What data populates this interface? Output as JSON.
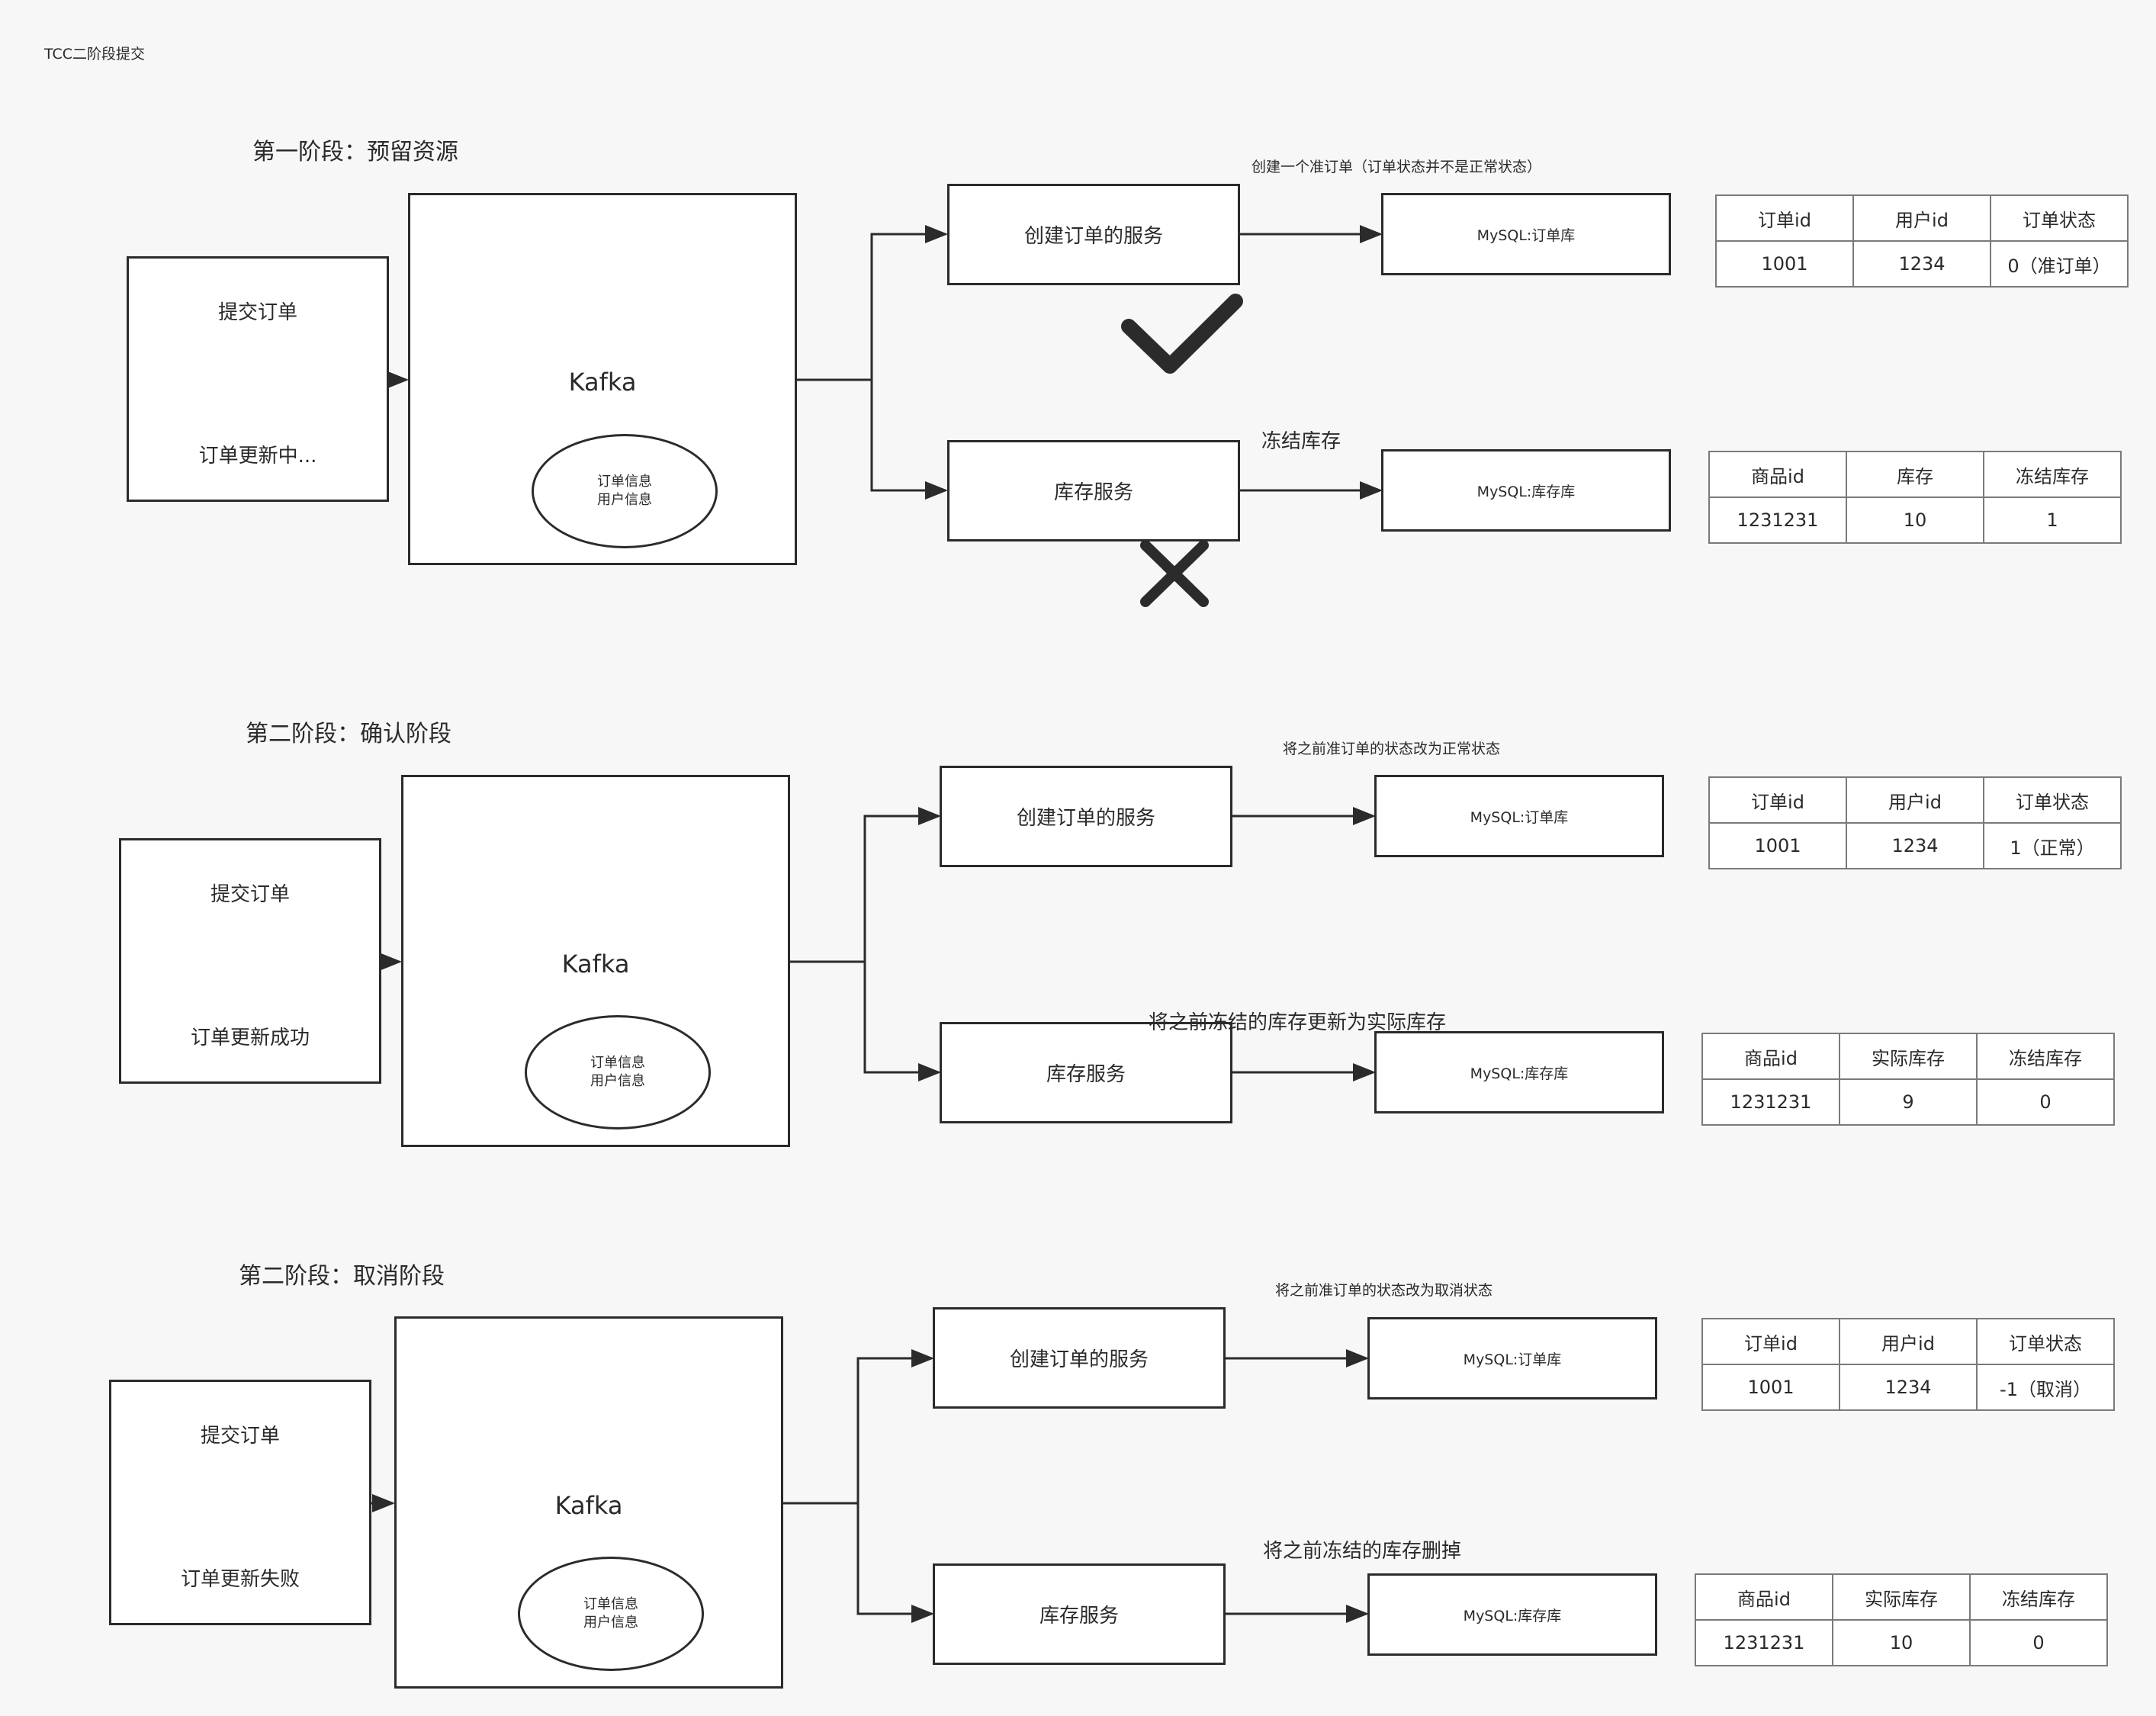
{
  "page_title": "TCC二阶段提交",
  "phases": [
    {
      "title": "第一阶段：预留资源",
      "client": {
        "top": "提交订单",
        "bottom": "订单更新中..."
      },
      "broker": {
        "label": "Kafka",
        "message_lines": [
          "订单信息",
          "用户信息"
        ]
      },
      "order_service": {
        "label": "创建订单的服务",
        "note": "创建一个准订单（订单状态并不是正常状态）",
        "db": "MySQL:订单库",
        "table": {
          "headers": [
            "订单id",
            "用户id",
            "订单状态"
          ],
          "row": [
            "1001",
            "1234",
            "0（准订单）"
          ]
        }
      },
      "inventory_service": {
        "label": "库存服务",
        "note": "冻结库存",
        "db": "MySQL:库存库",
        "table": {
          "headers": [
            "商品id",
            "库存",
            "冻结库存"
          ],
          "row": [
            "1231231",
            "10",
            "1"
          ]
        }
      },
      "marks": {
        "order": "check-icon",
        "inventory": "cross-icon"
      }
    },
    {
      "title": "第二阶段：确认阶段",
      "client": {
        "top": "提交订单",
        "bottom": "订单更新成功"
      },
      "broker": {
        "label": "Kafka",
        "message_lines": [
          "订单信息",
          "用户信息"
        ]
      },
      "order_service": {
        "label": "创建订单的服务",
        "note": "将之前准订单的状态改为正常状态",
        "db": "MySQL:订单库",
        "table": {
          "headers": [
            "订单id",
            "用户id",
            "订单状态"
          ],
          "row": [
            "1001",
            "1234",
            "1（正常）"
          ]
        }
      },
      "inventory_service": {
        "label": "库存服务",
        "note": "将之前冻结的库存更新为实际库存",
        "db": "MySQL:库存库",
        "table": {
          "headers": [
            "商品id",
            "实际库存",
            "冻结库存"
          ],
          "row": [
            "1231231",
            "9",
            "0"
          ]
        }
      }
    },
    {
      "title": "第二阶段：取消阶段",
      "client": {
        "top": "提交订单",
        "bottom": "订单更新失败"
      },
      "broker": {
        "label": "Kafka",
        "message_lines": [
          "订单信息",
          "用户信息"
        ]
      },
      "order_service": {
        "label": "创建订单的服务",
        "note": "将之前准订单的状态改为取消状态",
        "db": "MySQL:订单库",
        "table": {
          "headers": [
            "订单id",
            "用户id",
            "订单状态"
          ],
          "row": [
            "1001",
            "1234",
            "-1（取消）"
          ]
        }
      },
      "inventory_service": {
        "label": "库存服务",
        "note": "将之前冻结的库存删掉",
        "db": "MySQL:库存库",
        "table": {
          "headers": [
            "商品id",
            "实际库存",
            "冻结库存"
          ],
          "row": [
            "1231231",
            "10",
            "0"
          ]
        }
      }
    }
  ]
}
